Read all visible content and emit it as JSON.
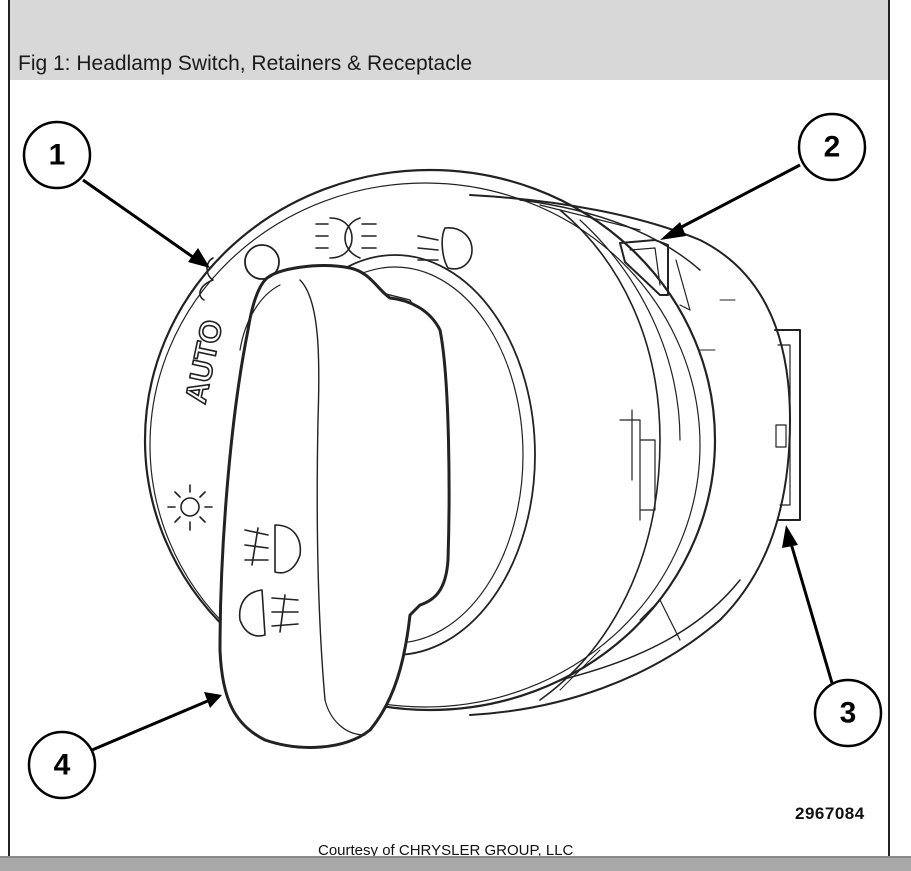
{
  "caption": "Fig 1: Headlamp Switch, Retainers & Receptacle",
  "figure_number": "2967084",
  "courtesy": "Courtesy of CHRYSLER GROUP, LLC",
  "switch_label": "AUTO",
  "callouts": [
    {
      "number": "1"
    },
    {
      "number": "2"
    },
    {
      "number": "3"
    },
    {
      "number": "4"
    }
  ]
}
